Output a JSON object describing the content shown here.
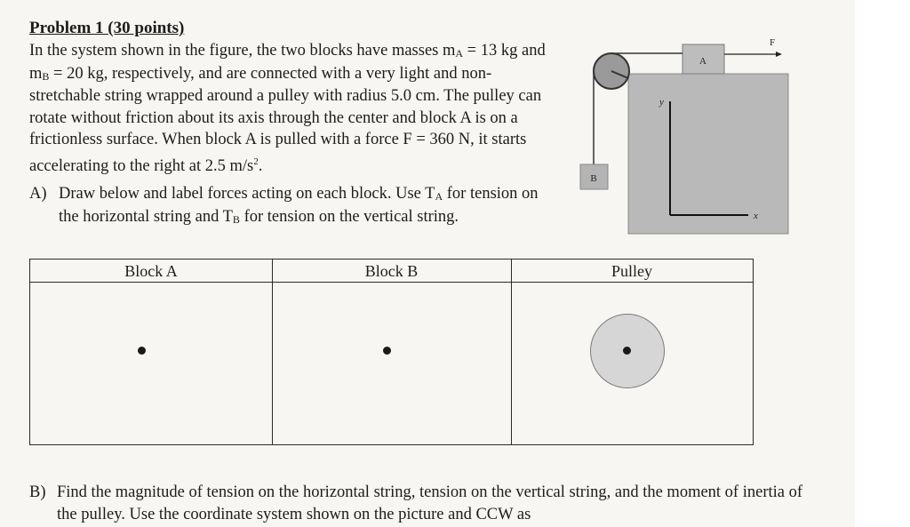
{
  "problem": {
    "heading": "Problem 1 (30 points)",
    "intro_lines": [
      "In the system shown in the figure, the two blocks have masses m",
      "A",
      " = 13 kg and m",
      "B",
      " = 20 kg, respectively, and are connected with a very light and non-stretchable string wrapped around a pulley with radius 5.0 cm. The pulley can rotate without friction about its axis through the center and block A is on a frictionless surface. When block A is pulled with a force F = 360 N, it starts accelerating to the right at 2.5 m/s",
      "2",
      "."
    ]
  },
  "part_a": {
    "label": "A)",
    "text_1": "Draw below and label forces acting on each block. Use T",
    "sub_1": "A",
    "text_2": " for tension on the horizontal string and T",
    "sub_2": "B",
    "text_3": " for tension on the vertical string."
  },
  "table": {
    "columns": [
      "Block A",
      "Block B",
      "Pulley"
    ]
  },
  "figure": {
    "block_a_label": "A",
    "block_b_label": "B",
    "force_label": "F",
    "axis_y_label": "y",
    "axis_x_label": "x"
  },
  "part_b": {
    "label": "B)",
    "text": "Find the magnitude of tension on the horizontal string, tension on the vertical string, and the moment of inertia of the pulley. Use the coordinate system shown on the picture and CCW as"
  }
}
